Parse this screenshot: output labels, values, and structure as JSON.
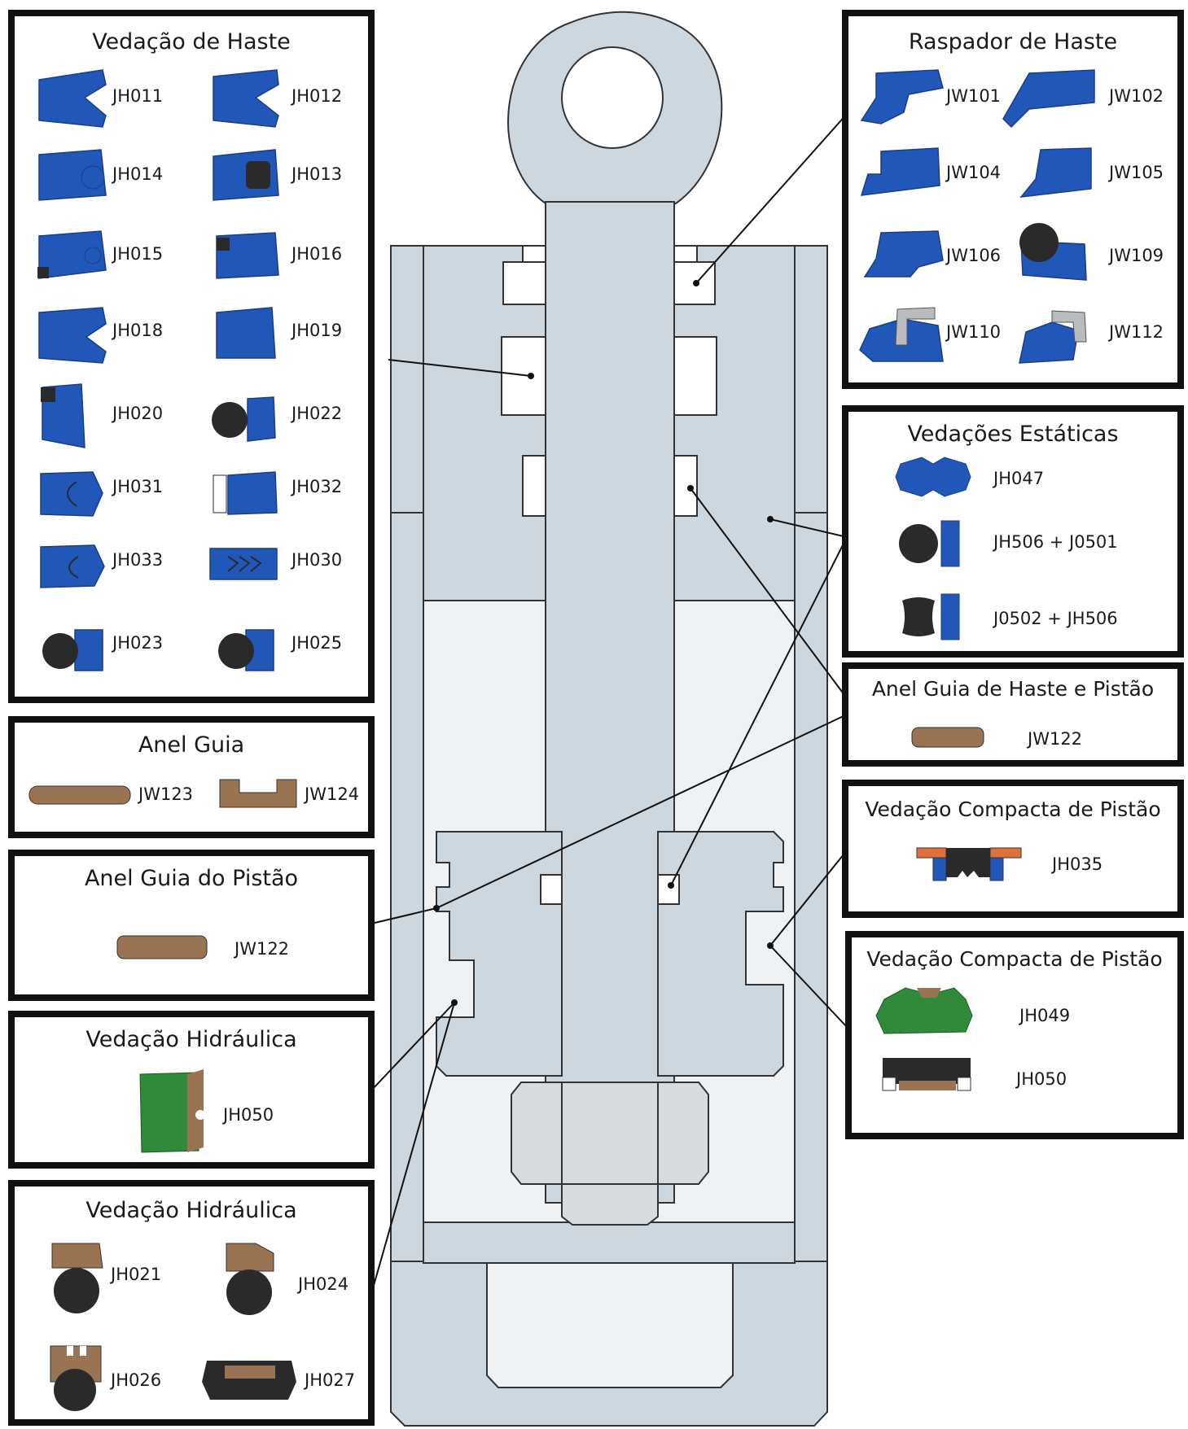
{
  "colors": {
    "seal_blue": "#2157b8",
    "guide_brown": "#9a7452",
    "green": "#2f8a3a",
    "orange": "#e0713a",
    "dark": "#2a2a2a",
    "steel": "#cdd7e0",
    "steel_light": "#eef2f5",
    "outline": "#333333"
  },
  "panels": {
    "rod_seal": {
      "title": "Vedação de Haste",
      "items": [
        {
          "code": "JH011",
          "icon": "rod-seal-profile-icon"
        },
        {
          "code": "JH012",
          "icon": "rod-seal-profile-icon"
        },
        {
          "code": "JH014",
          "icon": "rod-seal-oring-icon"
        },
        {
          "code": "JH013",
          "icon": "rod-seal-square-ring-icon"
        },
        {
          "code": "JH015",
          "icon": "rod-seal-oring-icon"
        },
        {
          "code": "JH016",
          "icon": "rod-seal-square-ring-icon"
        },
        {
          "code": "JH018",
          "icon": "rod-seal-profile-icon"
        },
        {
          "code": "JH019",
          "icon": "rod-seal-profile-icon"
        },
        {
          "code": "JH020",
          "icon": "rod-seal-square-ring-icon"
        },
        {
          "code": "JH022",
          "icon": "oring-with-ring-icon"
        },
        {
          "code": "JH031",
          "icon": "u-cup-seal-icon"
        },
        {
          "code": "JH032",
          "icon": "fabric-seal-icon"
        },
        {
          "code": "JH033",
          "icon": "u-cup-seal-icon"
        },
        {
          "code": "JH030",
          "icon": "chevron-packing-icon"
        },
        {
          "code": "JH023",
          "icon": "oring-with-ring-icon"
        },
        {
          "code": "JH025",
          "icon": "oring-with-ring-icon"
        }
      ]
    },
    "rod_wiper": {
      "title": "Raspador de Haste",
      "items": [
        {
          "code": "JW101",
          "icon": "wiper-icon"
        },
        {
          "code": "JW102",
          "icon": "wiper-icon"
        },
        {
          "code": "JW104",
          "icon": "wiper-icon"
        },
        {
          "code": "JW105",
          "icon": "wiper-icon"
        },
        {
          "code": "JW106",
          "icon": "wiper-icon"
        },
        {
          "code": "JW109",
          "icon": "wiper-oring-icon"
        },
        {
          "code": "JW110",
          "icon": "metal-cased-wiper-icon"
        },
        {
          "code": "JW112",
          "icon": "metal-cased-wiper-icon"
        }
      ]
    },
    "static_seals": {
      "title": "Vedações Estáticas",
      "items": [
        {
          "code": "JH047",
          "icon": "static-seal-icon"
        },
        {
          "code": "JH506 + J0501",
          "icon": "oring-backup-icon"
        },
        {
          "code": "J0502 + JH506",
          "icon": "quad-ring-backup-icon"
        }
      ]
    },
    "rod_piston_guide": {
      "title": "Anel Guia de Haste e Pistão",
      "code": "JW122"
    },
    "compact_piston_1": {
      "title": "Vedação Compacta de Pistão",
      "code": "JH035"
    },
    "compact_piston_2": {
      "title": "Vedação Compacta de Pistão",
      "items": [
        {
          "code": "JH049"
        },
        {
          "code": "JH050"
        }
      ]
    },
    "guide_ring": {
      "title": "Anel Guia",
      "items": [
        {
          "code": "JW123"
        },
        {
          "code": "JW124"
        }
      ]
    },
    "piston_guide": {
      "title": "Anel Guia do Pistão",
      "code": "JW122"
    },
    "hydraulic_1": {
      "title": "Vedação Hidráulica",
      "code": "JH050"
    },
    "hydraulic_2": {
      "title": "Vedação Hidráulica",
      "items": [
        {
          "code": "JH021"
        },
        {
          "code": "JH024"
        },
        {
          "code": "JH026"
        },
        {
          "code": "JH027"
        }
      ]
    }
  }
}
